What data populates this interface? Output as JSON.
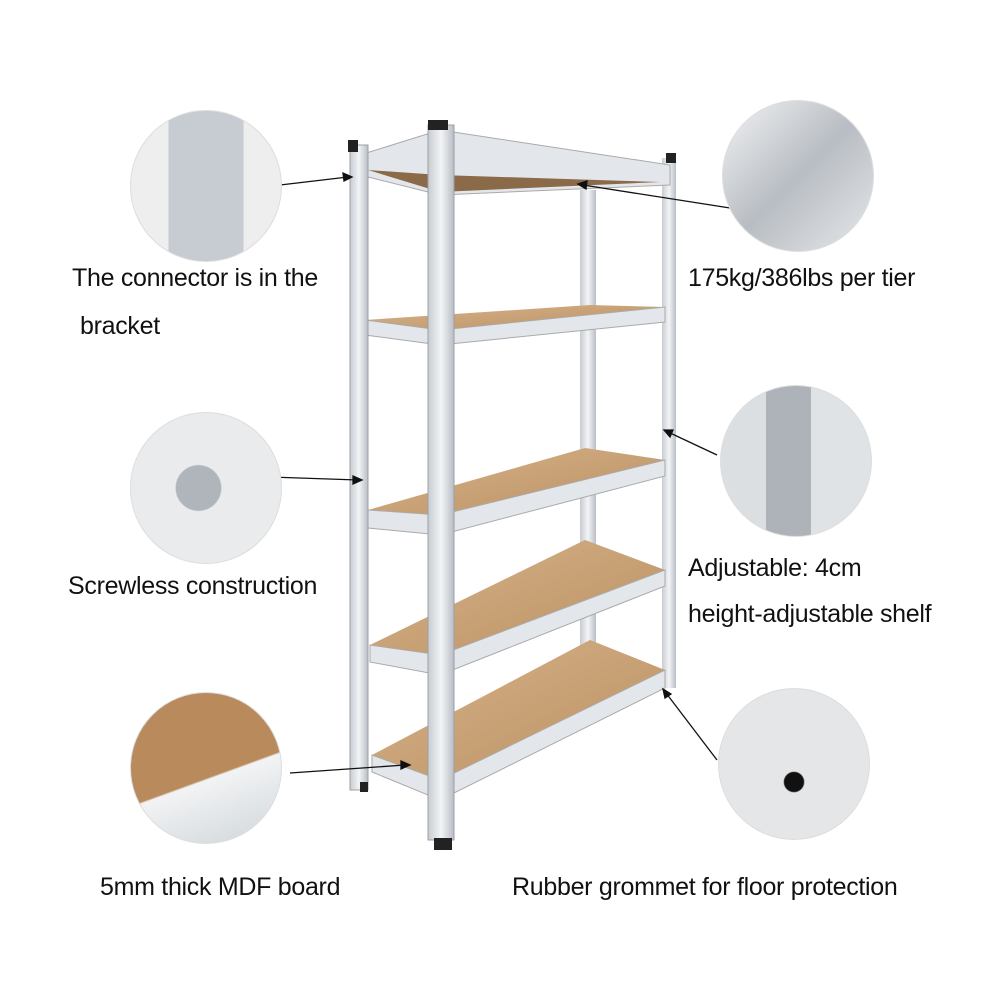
{
  "features": {
    "connector": {
      "line1": "The connector is in the",
      "line2": "bracket"
    },
    "load": {
      "text": "175kg/386lbs per tier"
    },
    "screwless": {
      "text": "Screwless construction"
    },
    "adjustable": {
      "line1": "Adjustable: 4cm",
      "line2": "height-adjustable shelf"
    },
    "board": {
      "text": "5mm thick MDF board"
    },
    "grommet": {
      "text": "Rubber grommet for floor protection"
    }
  },
  "colors": {
    "metal": "#d9dde2",
    "board": "#c9a277",
    "text": "#111111"
  }
}
